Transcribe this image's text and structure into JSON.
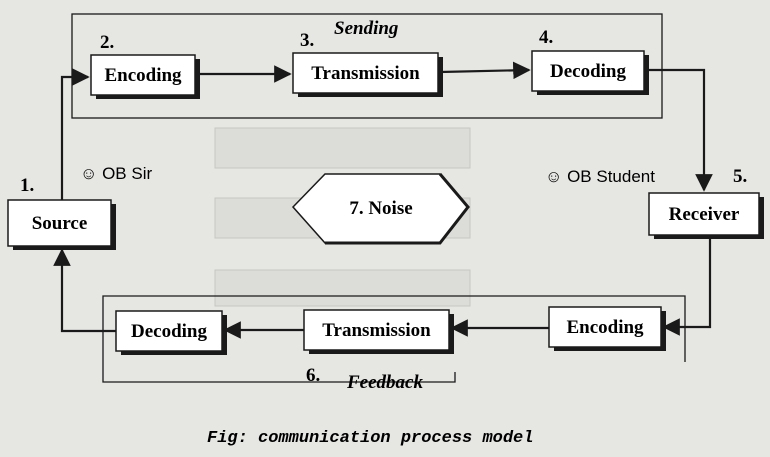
{
  "diagram": {
    "groups": {
      "sending": "Sending",
      "feedback": "Feedback"
    },
    "nodes": {
      "source": {
        "number": "1.",
        "label": "Source"
      },
      "encoding_top": {
        "number": "2.",
        "label": "Encoding"
      },
      "transmission_top": {
        "number": "3.",
        "label": "Transmission"
      },
      "decoding_top": {
        "number": "4.",
        "label": "Decoding"
      },
      "receiver": {
        "number": "5.",
        "label": "Receiver"
      },
      "encoding_bottom": {
        "label": "Encoding"
      },
      "transmission_bottom": {
        "label": "Transmission"
      },
      "decoding_bottom": {
        "label": "Decoding"
      },
      "noise": {
        "label": "7. Noise"
      }
    },
    "feedback_number": "6.",
    "notes": {
      "ob_sir": "☺ OB Sir",
      "ob_student": "☺ OB Student"
    },
    "caption": "Fig: communication process model"
  }
}
